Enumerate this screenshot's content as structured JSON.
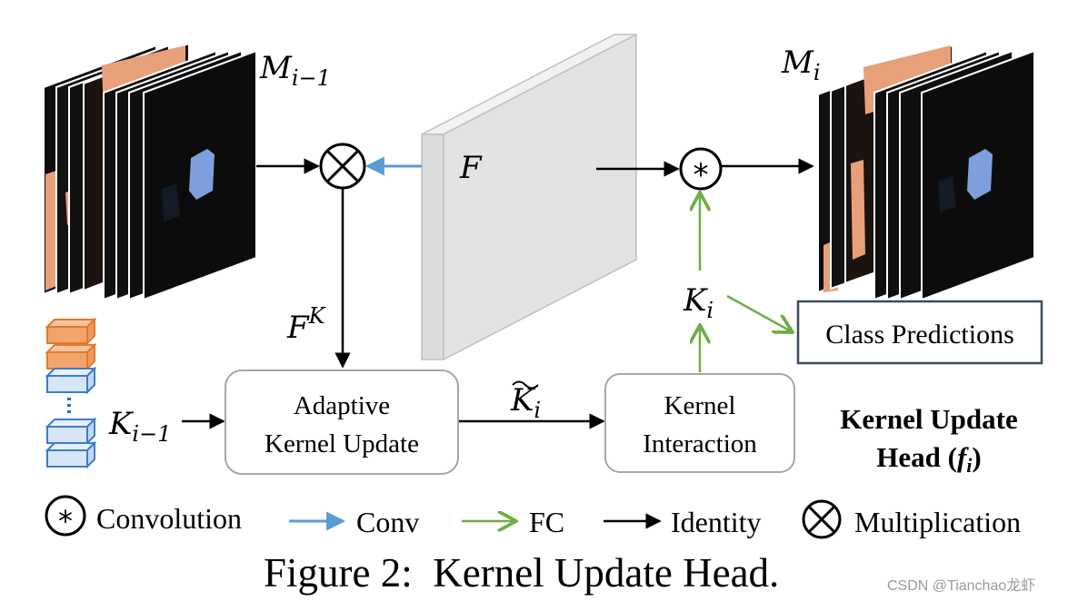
{
  "diagram": {
    "labels": {
      "m_prev": "M",
      "m_prev_sub": "i−1",
      "m_next": "M",
      "m_next_sub": "i",
      "feature": "F",
      "feature_k": "F",
      "feature_k_sup": "K",
      "k_prev": "K",
      "k_prev_sub": "i−1",
      "k_tilde": "K",
      "k_tilde_sub": "i",
      "k_next": "K",
      "k_next_sub": "i"
    },
    "boxes": {
      "adaptive_line1": "Adaptive",
      "adaptive_line2": "Kernel Update",
      "interaction_line1": "Kernel",
      "interaction_line2": "Interaction",
      "class_predictions": "Class Predictions"
    },
    "head_title_line1": "Kernel Update",
    "head_title_line2": "Head (",
    "head_title_f": "f",
    "head_title_sub": "i",
    "head_title_close": ")",
    "operators": {
      "convolution_symbol": "*",
      "multiplication_symbol": "⊗"
    }
  },
  "legend": {
    "convolution": "Convolution",
    "conv": "Conv",
    "fc": "FC",
    "identity": "Identity",
    "multiplication": "Multiplication"
  },
  "caption": "Figure 2:  Kernel Update Head.",
  "watermark": "CSDN @Tianchao龙虾",
  "colors": {
    "conv_arrow": "#5b9bd5",
    "fc_arrow": "#70ad47",
    "identity_arrow": "#000000",
    "kernel_orange": "#f4a46b",
    "kernel_blue": "#d6e6f7",
    "mask_blue": "#7d9fdc",
    "mask_orange": "#e8a07a",
    "class_box_border": "#3c4b5c"
  }
}
